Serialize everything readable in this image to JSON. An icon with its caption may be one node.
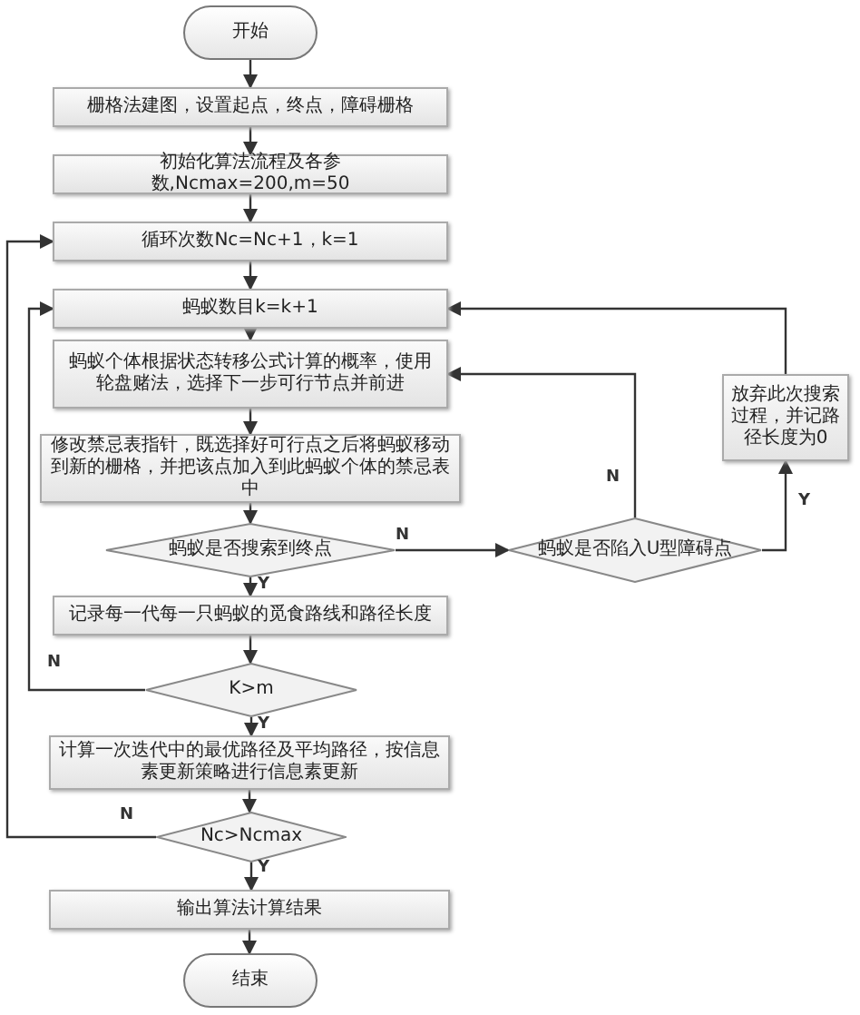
{
  "diagram": {
    "nodes": [
      {
        "text": [
          "开始"
        ]
      },
      {
        "text": [
          "栅格法建图，设置起点，终点，障碍栅格"
        ]
      },
      {
        "text": [
          "初始化算法流程及各参数,Ncmax=200,m=50"
        ]
      },
      {
        "text": [
          "循环次数Nc=Nc+1，k=1"
        ]
      },
      {
        "text": [
          "蚂蚁数目k=k+1"
        ]
      },
      {
        "text": [
          "蚂蚁个体根据状态转移公式计算的概率，使用轮盘赌法，选择下一步可行节点并前进"
        ]
      },
      {
        "text": [
          "修改禁忌表指针，既选择好可行点之后将蚂蚁移动到新的栅格，并把该点加入到此蚂蚁个体的禁忌表中"
        ]
      },
      {
        "text": [
          "蚂蚁是否搜索到终点"
        ]
      },
      {
        "text": [
          "蚂蚁是否陷入U型障碍点"
        ]
      },
      {
        "text": [
          "放弃此次搜索过程，并记路径长度为0"
        ]
      },
      {
        "text": [
          "记录每一代每一只蚂蚁的觅食路线和路径长度"
        ]
      },
      {
        "text": [
          "K>m"
        ]
      },
      {
        "text": [
          "计算一次迭代中的最优路径及平均路径，按信息素更新策略进行信息素更新"
        ]
      },
      {
        "text": [
          "Nc>Ncmax"
        ]
      },
      {
        "text": [
          "输出算法计算结果"
        ]
      },
      {
        "text": [
          "结束"
        ]
      }
    ],
    "edges": [
      {
        "from": 0,
        "to": 1,
        "arrow": "to"
      },
      {
        "from": 1,
        "to": 2,
        "arrow": "to"
      },
      {
        "from": 2,
        "to": 3,
        "arrow": "to"
      },
      {
        "from": 3,
        "to": 4,
        "arrow": "to"
      },
      {
        "from": 4,
        "to": 5,
        "arrow": "to"
      },
      {
        "from": 5,
        "to": 6,
        "arrow": "to"
      },
      {
        "from": 6,
        "to": 7,
        "arrow": "to"
      },
      {
        "from": 7,
        "to": 8,
        "arrow": "to",
        "label": "N"
      },
      {
        "from": 7,
        "to": 10,
        "arrow": "to",
        "label": "Y"
      },
      {
        "from": 8,
        "to": 9,
        "arrow": "to",
        "label": "Y"
      },
      {
        "from": 8,
        "to": 5,
        "arrow": "to",
        "label": "N"
      },
      {
        "from": 9,
        "to": 4,
        "arrow": "to"
      },
      {
        "from": 10,
        "to": 11,
        "arrow": "to"
      },
      {
        "from": 11,
        "to": 4,
        "arrow": "to",
        "label": "N"
      },
      {
        "from": 11,
        "to": 12,
        "arrow": "to",
        "label": "Y"
      },
      {
        "from": 12,
        "to": 13,
        "arrow": "to"
      },
      {
        "from": 13,
        "to": 3,
        "arrow": "to",
        "label": "N"
      },
      {
        "from": 13,
        "to": 14,
        "arrow": "to",
        "label": "Y"
      },
      {
        "from": 14,
        "to": 15,
        "arrow": "to"
      }
    ]
  }
}
